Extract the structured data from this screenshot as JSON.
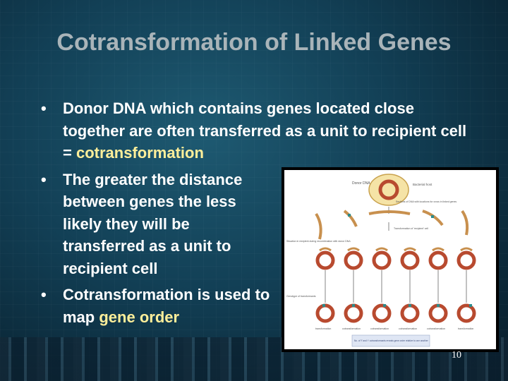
{
  "slide": {
    "title": "Cotransformation of Linked Genes",
    "bullets": [
      {
        "text": "Donor DNA which contains genes located close together are often transferred as a unit to recipient cell = ",
        "highlight": "cotransformation"
      },
      {
        "text": "The greater the distance between genes the less likely they will be transferred as a unit to recipient cell"
      },
      {
        "text": "Cotransformation is used to map ",
        "highlight": "gene order"
      }
    ],
    "slide_number": "10"
  },
  "colors": {
    "title": "#a9b4b9",
    "body_text": "#ffffff",
    "highlight": "#ffef9a",
    "background": "#123f55"
  },
  "figure": {
    "labels": {
      "donor_dna": "Donor DNA",
      "bacterial_chromosome": "Bacterial host",
      "sections": "Sections of DNA with locations for cross in linked genes",
      "transformation": "Transformation of 'recipient' cell",
      "situation": "Situation in recipient during recombination with donor DNA",
      "genotype": "Genotype of transformants",
      "footnote": "No. of 'f' and 'r' cotransformants reveals gene order relative to one another",
      "outcomes": [
        "transformation",
        "cotransformation",
        "cotransformation",
        "cotransformation",
        "cotransformation",
        "transformation"
      ]
    }
  }
}
